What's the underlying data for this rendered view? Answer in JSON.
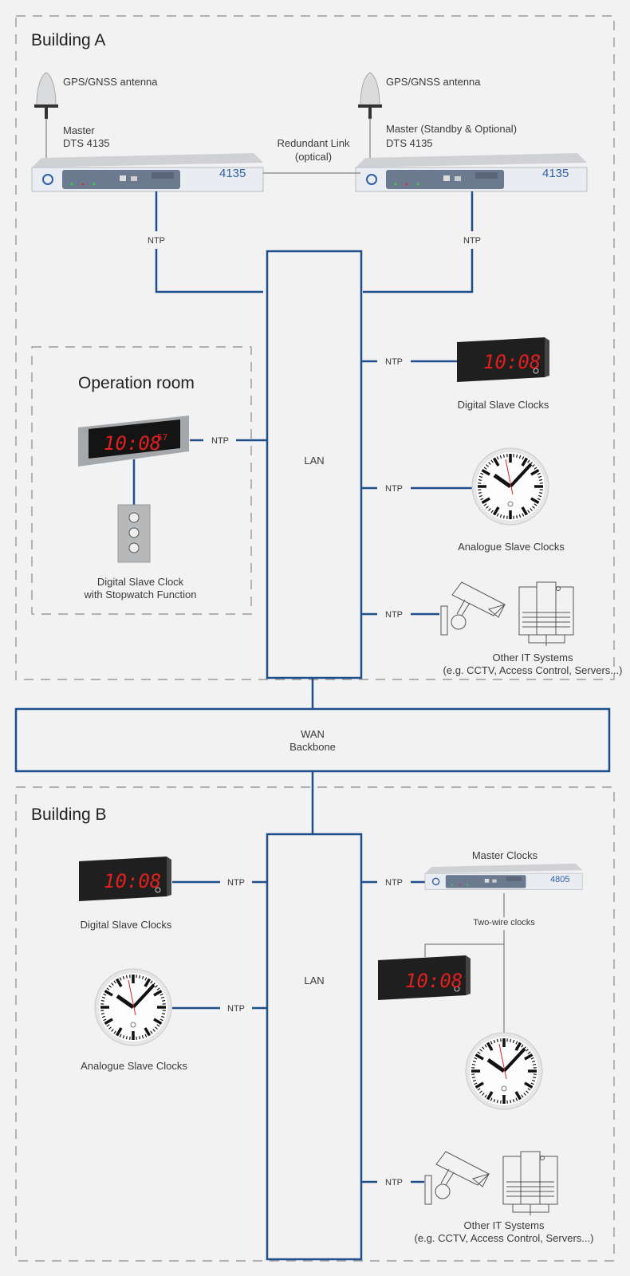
{
  "building_a": {
    "title": "Building A",
    "master": {
      "antenna_label": "GPS/GNSS antenna",
      "name": "Master",
      "model": "DTS 4135",
      "display": "4135"
    },
    "standby": {
      "antenna_label": "GPS/GNSS antenna",
      "name": "Master (Standby & Optional)",
      "model": "DTS 4135",
      "display": "4135"
    },
    "redundant_link": {
      "line1": "Redundant Link",
      "line2": "(optical)"
    },
    "lan_label": "LAN",
    "ntp_label": "NTP",
    "operation_room": {
      "title": "Operation room",
      "clock_display": "10:08",
      "clock_seconds": "57",
      "caption_line1": "Digital Slave Clock",
      "caption_line2": "with Stopwatch Function"
    },
    "digital_clocks": {
      "display": "10:08",
      "caption": "Digital Slave Clocks"
    },
    "analogue_clocks": {
      "caption": "Analogue Slave Clocks"
    },
    "it_systems": {
      "line1": "Other IT Systems",
      "line2": "(e.g. CCTV, Access Control, Servers...)"
    }
  },
  "wan": {
    "line1": "WAN",
    "line2": "Backbone"
  },
  "building_b": {
    "title": "Building B",
    "lan_label": "LAN",
    "ntp_label": "NTP",
    "digital_clocks": {
      "display": "10:08",
      "caption": "Digital Slave Clocks"
    },
    "analogue_clocks": {
      "caption": "Analogue Slave Clocks"
    },
    "master_clocks": {
      "caption": "Master Clocks",
      "display": "4805"
    },
    "two_wire": {
      "label": "Two-wire clocks",
      "clock_display": "10:08"
    },
    "it_systems": {
      "line1": "Other IT Systems",
      "line2": "(e.g. CCTV, Access Control, Servers...)"
    }
  },
  "colors": {
    "link": "#1f4e8c",
    "led": "#e0201c",
    "background": "#f2f2f2"
  }
}
